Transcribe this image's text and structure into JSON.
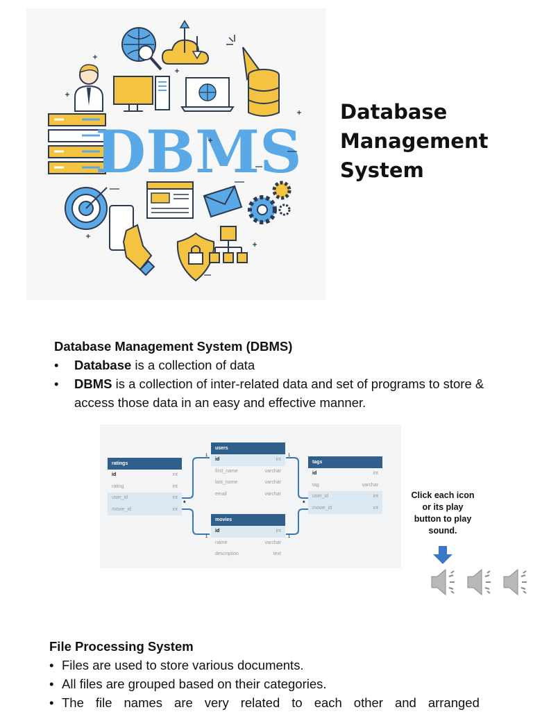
{
  "illustration": {
    "logo_text": "DBMS",
    "icons": [
      "globe-search-icon",
      "cloud-icon",
      "cursor-icon",
      "person-icon",
      "desktop-icon",
      "laptop-icon",
      "database-icon",
      "server-icon",
      "target-icon",
      "tablet-hand-icon",
      "browser-window-icon",
      "envelope-icon",
      "gears-icon",
      "shield-lock-icon",
      "hierarchy-icon"
    ],
    "colors": {
      "blue": "#5aa9e6",
      "yellow": "#f5c342",
      "outline": "#2b3a52"
    }
  },
  "title": {
    "line1": "Database",
    "line2": "Management",
    "line3": "System"
  },
  "section1": {
    "heading": "Database Management System (DBMS)",
    "bullets": [
      {
        "bold": "Database",
        "text": " is a collection of data"
      },
      {
        "bold": "DBMS",
        "text": " is a collection of inter-related data and set of programs to store & access those data in an easy and effective manner."
      }
    ],
    "bullet_char": "•"
  },
  "erd": {
    "tables": [
      {
        "name": "ratings",
        "rows": [
          [
            "id",
            "int"
          ],
          [
            "rating",
            "int"
          ],
          [
            "user_id",
            "int"
          ],
          [
            "movie_id",
            "int"
          ]
        ]
      },
      {
        "name": "users",
        "rows": [
          [
            "id",
            "int"
          ],
          [
            "first_name",
            "varchar"
          ],
          [
            "last_name",
            "varchar"
          ],
          [
            "email",
            "varchar"
          ]
        ]
      },
      {
        "name": "movies",
        "rows": [
          [
            "id",
            "int"
          ],
          [
            "name",
            "varchar"
          ],
          [
            "description",
            "text"
          ]
        ]
      },
      {
        "name": "tags",
        "rows": [
          [
            "id",
            "int"
          ],
          [
            "tag",
            "varchar"
          ],
          [
            "user_id",
            "int"
          ],
          [
            "movie_id",
            "int"
          ]
        ]
      }
    ],
    "cardinality": {
      "one": "1",
      "many": "*"
    }
  },
  "audio": {
    "instruction": "Click each icon or its play button to play sound.",
    "arrow_color": "#3b78c9",
    "speaker_count": 3
  },
  "section2": {
    "heading": "File Processing System",
    "bullets": [
      "Files are used to store various documents.",
      "All files are grouped based on their categories."
    ],
    "last_bullet_words": [
      "The",
      "file",
      "names",
      "are",
      "very",
      "related",
      "to",
      "each",
      "other",
      "and",
      "arranged"
    ],
    "bullet_char": "•"
  }
}
